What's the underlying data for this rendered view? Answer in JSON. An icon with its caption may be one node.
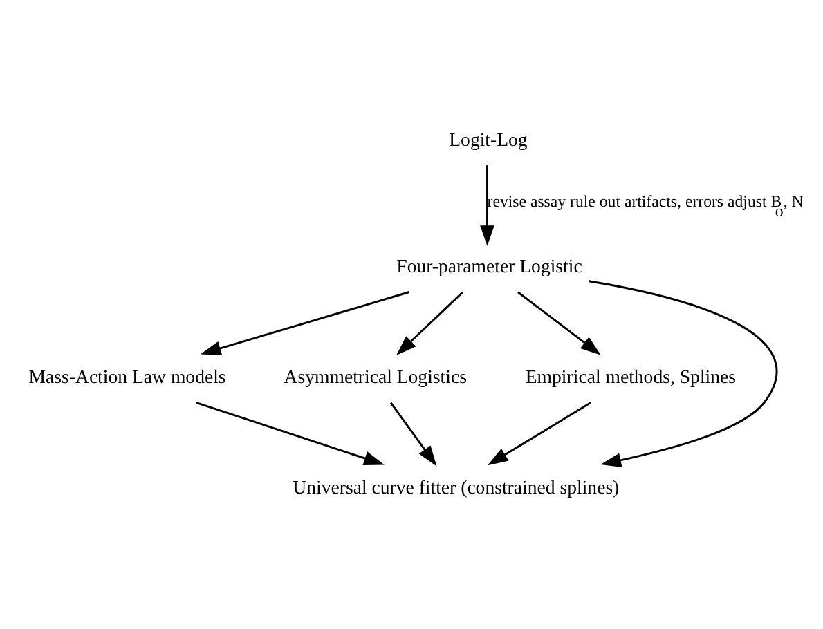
{
  "diagram": {
    "nodes": [
      {
        "text": [
          "Logit-Log"
        ]
      },
      {
        "text": [
          "Four-parameter Logistic"
        ]
      },
      {
        "text": [
          "Mass-Action Law models"
        ]
      },
      {
        "text": [
          "Asymmetrical Logistics"
        ]
      },
      {
        "text": [
          "Empirical methods, Splines"
        ]
      },
      {
        "text": [
          "Universal curve fitter (constrained splines)"
        ]
      }
    ],
    "edges": [
      {
        "from": 0,
        "to": 1,
        "arrow": "to",
        "label": "revise assay rule out artifacts, errors adjust B$_{o}$, N"
      },
      {
        "from": 1,
        "to": 2,
        "arrow": "to"
      },
      {
        "from": 1,
        "to": 3,
        "arrow": "to"
      },
      {
        "from": 1,
        "to": 4,
        "arrow": "to"
      },
      {
        "from": 1,
        "to": 5,
        "arrow": "to"
      },
      {
        "from": 2,
        "to": 5,
        "arrow": "to"
      },
      {
        "from": 3,
        "to": 5,
        "arrow": "to"
      },
      {
        "from": 4,
        "to": 5,
        "arrow": "to"
      }
    ]
  }
}
